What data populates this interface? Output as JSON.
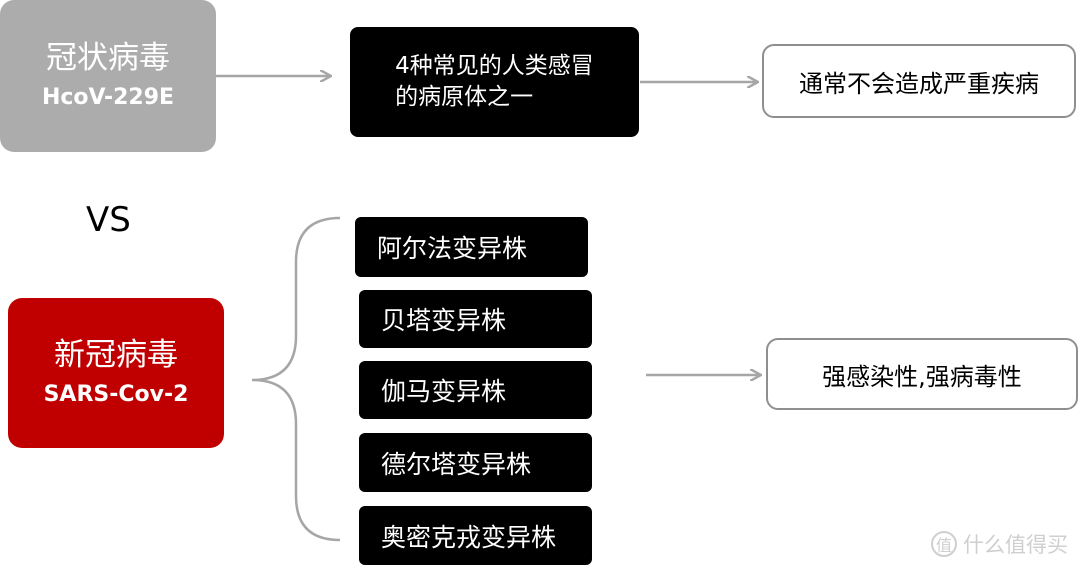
{
  "coronavirus_229e": {
    "name_cn": "冠状病毒",
    "name_en": "HcoV-229E",
    "description": "4种常见的人类感冒的病原体之一",
    "description_line1": "4种常见的人类感冒",
    "description_line2": "的病原体之一",
    "outcome": "通常不会造成严重疾病"
  },
  "vs_label": "VS",
  "sars_cov_2": {
    "name_cn": "新冠病毒",
    "name_en": "SARS-Cov-2",
    "variants": [
      "阿尔法变异株",
      "贝塔变异株",
      "伽马变异株",
      "德尔塔变异株",
      "奥密克戎变异株"
    ],
    "outcome": "强感染性,强病毒性"
  },
  "watermark": {
    "badge": "值",
    "text": "什么值得买"
  },
  "colors": {
    "grey_node": "#acacac",
    "red_node": "#c00000",
    "black_node": "#000000",
    "connector": "#a6a6a6"
  }
}
